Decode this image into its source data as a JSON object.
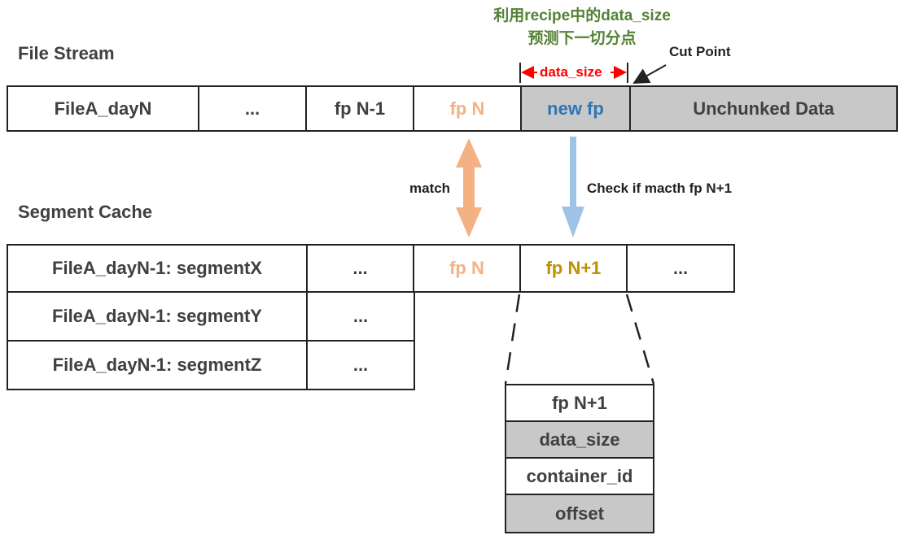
{
  "annotation": {
    "line1": "利用recipe中的data_size",
    "line2": "预测下一切分点",
    "color": "#548235"
  },
  "labels": {
    "file_stream": "File Stream",
    "segment_cache": "Segment Cache",
    "cut_point": "Cut Point",
    "data_size_span": "data_size",
    "match": "match",
    "check": "Check if macth fp N+1"
  },
  "file_stream": {
    "cells": [
      "FileA_dayN",
      "...",
      "fp N-1",
      "fp N",
      "new fp",
      "Unchunked Data"
    ]
  },
  "segment_cache": {
    "row_x": [
      "FileA_dayN-1: segmentX",
      "...",
      "fp N",
      "fp N+1",
      "..."
    ],
    "row_y": [
      "FileA_dayN-1: segmentY",
      "..."
    ],
    "row_z": [
      "FileA_dayN-1: segmentZ",
      "..."
    ]
  },
  "entry_detail": [
    "fp N+1",
    "data_size",
    "container_id",
    "offset"
  ],
  "colors": {
    "peach": "#f4b183",
    "blue_text": "#2e75b6",
    "blue_arrow": "#9dc3e6",
    "gold": "#bf9000",
    "red": "#ff0000",
    "gray_fill": "#c8c8c8"
  }
}
